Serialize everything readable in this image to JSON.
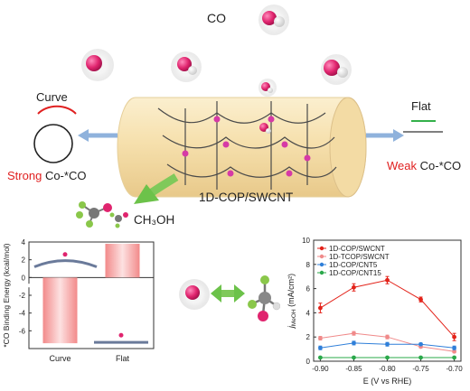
{
  "top": {
    "co_label": "CO",
    "curve_label": "Curve",
    "flat_label": "Flat",
    "strong_word": "Strong",
    "strong_rest": "Co-*CO",
    "weak_word": "Weak",
    "weak_rest": "Co-*CO",
    "tube_label": "1D-COP/SWCNT",
    "product_label": "CH₃OH"
  },
  "colors": {
    "curve_arc": "#e02020",
    "flat_line_green": "#33b04a",
    "tube_fill": "#f6e2b4",
    "arrow_blue": "#8fb2dc",
    "arrow_green": "#6cc24a",
    "co_pink": "#e0246e"
  },
  "chart_data": [
    {
      "type": "bar",
      "categories": [
        "Curve",
        "Flat"
      ],
      "values": [
        -7.4,
        3.8
      ],
      "ylabel": "*CO Binding Energy (kcal/mol)",
      "ylim": [
        -8,
        4
      ],
      "yticks": [
        "4",
        "2",
        "0",
        "-2",
        "-4",
        "-6"
      ],
      "y_axis_break": true,
      "grid": false
    },
    {
      "type": "line",
      "x": [
        -0.9,
        -0.85,
        -0.8,
        -0.75,
        -0.7
      ],
      "xticks": [
        "-0.90",
        "-0.85",
        "-0.80",
        "-0.75",
        "-0.70"
      ],
      "xlabel": "E (V vs RHE)",
      "ylabel_prefix": "j",
      "ylabel_sub": "MeOH",
      "ylabel_suffix": " (mA/cm²)",
      "ylim": [
        0,
        10
      ],
      "yticks": [
        "0",
        "2",
        "4",
        "6",
        "8",
        "10"
      ],
      "legend_position": "top-left",
      "series": [
        {
          "name": "1D-COP/SWCNT",
          "values": [
            4.4,
            6.1,
            6.7,
            5.1,
            2.0
          ],
          "err": [
            0.4,
            0.3,
            0.3,
            0.2,
            0.3
          ],
          "color": "#e32219"
        },
        {
          "name": "1D-TCOP/SWCNT",
          "values": [
            1.9,
            2.3,
            2.0,
            1.2,
            0.8
          ],
          "err": [
            0.15,
            0.15,
            0.15,
            0.1,
            0.1
          ],
          "color": "#f08a8a"
        },
        {
          "name": "1D-COP/CNT5",
          "values": [
            1.1,
            1.5,
            1.4,
            1.4,
            1.1
          ],
          "err": [
            0.15,
            0.15,
            0.15,
            0.1,
            0.15
          ],
          "color": "#2f7fd9"
        },
        {
          "name": "1D-COP/CNT15",
          "values": [
            0.3,
            0.3,
            0.3,
            0.3,
            0.3
          ],
          "err": [
            0.05,
            0.05,
            0.05,
            0.05,
            0.05
          ],
          "color": "#2aa84a"
        }
      ]
    }
  ]
}
